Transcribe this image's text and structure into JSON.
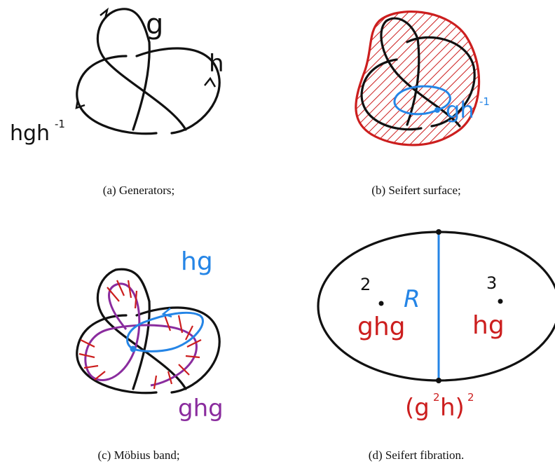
{
  "colors": {
    "ink": "#111111",
    "red": "#cc1e1e",
    "blue": "#2585e6",
    "purple": "#8a2c9e"
  },
  "panels": {
    "a": {
      "caption": "(a)  Generators;",
      "labels": {
        "g": "g",
        "h": "h",
        "hgh": "hgh",
        "hgh_sup": "-1"
      }
    },
    "b": {
      "caption": "(b)  Seifert surface;",
      "labels": {
        "gh": "gh",
        "gh_sup": "-1"
      }
    },
    "c": {
      "caption": "(c)  Möbius band;",
      "labels": {
        "hg": "hg",
        "ghg": "ghg"
      }
    },
    "d": {
      "caption": "(d)  Seifert fibration.",
      "labels": {
        "two": "2",
        "three": "3",
        "R": "R",
        "ghg": "ghg",
        "hg": "hg",
        "g2h": "(g",
        "g2h_sup": "2",
        "g2h_h": "h)",
        "g2h_sup2": "2"
      }
    }
  }
}
